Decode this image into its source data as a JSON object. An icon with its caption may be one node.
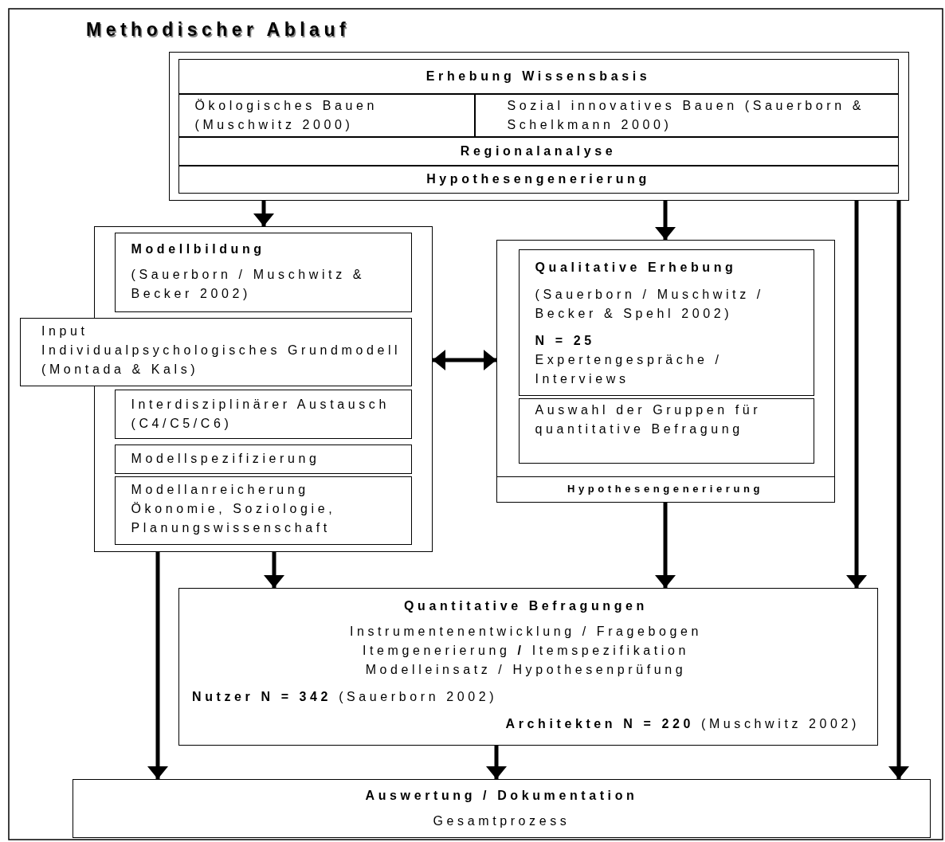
{
  "diagram": {
    "title": "Methodischer Ablauf",
    "nodes": [
      {
        "text": [],
        "shape": "box"
      },
      {
        "text": [
          "Erhebung Wissensbasis"
        ],
        "in": 0
      },
      {
        "text": [
          "Ökologisches Bauen (Muschwitz 2000)"
        ],
        "in": 0
      },
      {
        "text": [
          "Sozial innovatives Bauen (Sauerborn & Schelkmann 2000)"
        ],
        "in": 0
      },
      {
        "text": [
          "Regionalanalyse"
        ],
        "in": 0
      },
      {
        "text": [
          "Hypothesengenerierung"
        ],
        "in": 0
      },
      {
        "text": [],
        "shape": "box"
      },
      {
        "text": [
          "Modellbildung",
          "(Sauerborn / Muschwitz & Becker 2002)"
        ],
        "in": 6
      },
      {
        "text": [
          "Input",
          "Individualpsychologisches Grundmodell (Montada & Kals)"
        ]
      },
      {
        "text": [
          "Interdisziplinärer Austausch (C4/C5/C6)"
        ],
        "in": 6
      },
      {
        "text": [
          "Modellspezifizierung"
        ],
        "in": 6
      },
      {
        "text": [
          "Modellanreicherung Ökonomie, Soziologie, Planungswissenschaft"
        ],
        "in": 6
      },
      {
        "text": [],
        "shape": "box"
      },
      {
        "text": [
          "Qualitative Erhebung",
          "(Sauerborn / Muschwitz / Becker & Spehl 2002)",
          "N = 25",
          "Expertengespräche / Interviews"
        ],
        "in": 12
      },
      {
        "text": [
          "Auswahl der Gruppen für quantitative Befragung"
        ],
        "in": 12
      },
      {
        "text": [
          "Hypothesengenerierung"
        ],
        "in": 12
      },
      {
        "text": [
          "Quantitative Befragungen",
          "Instrumentenentwicklung / Fragebogen",
          "Itemgenerierung **/** Itemspezifikation",
          "Modelleinsatz / Hypothesenprüfung",
          "**Nutzer N = 342** (Sauerborn 2002)",
          "**Architekten N = 220** (Muschwitz 2002)"
        ]
      },
      {
        "text": [
          "Auswertung / Dokumentation",
          "Gesamtprozess"
        ]
      }
    ],
    "edges": [
      {
        "from": 0,
        "to": 6,
        "arrow": "to"
      },
      {
        "from": 0,
        "to": 12,
        "arrow": "to"
      },
      {
        "from": 0,
        "to": 16,
        "arrow": "to"
      },
      {
        "from": 0,
        "to": 17,
        "arrow": "to"
      },
      {
        "from": 6,
        "to": 12,
        "arrow": "both"
      },
      {
        "from": 6,
        "to": 17,
        "arrow": "to"
      },
      {
        "from": 6,
        "to": 16,
        "arrow": "to"
      },
      {
        "from": 12,
        "to": 16,
        "arrow": "to"
      },
      {
        "from": 16,
        "to": 17,
        "arrow": "to"
      }
    ]
  }
}
